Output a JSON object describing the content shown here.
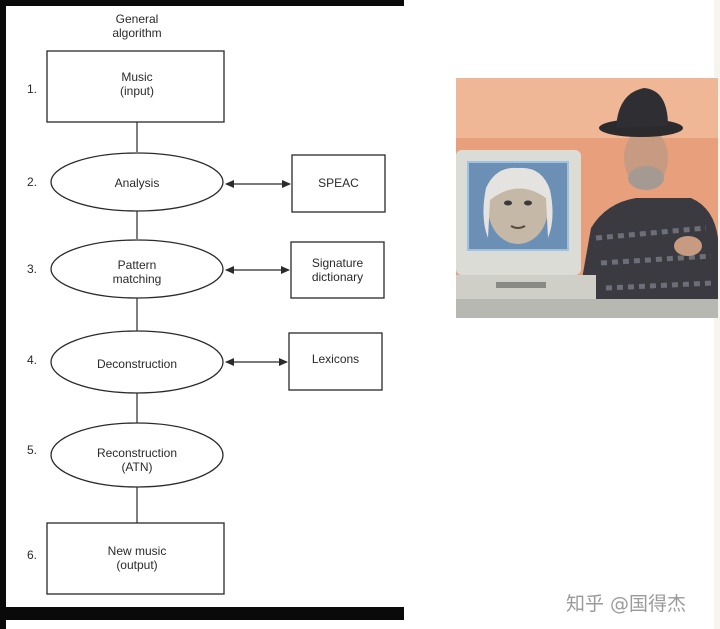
{
  "diagram": {
    "title": "General\nalgorithm",
    "steps": [
      {
        "num": "1.",
        "label": "Music\n(input)"
      },
      {
        "num": "2.",
        "label": "Analysis"
      },
      {
        "num": "3.",
        "label": "Pattern\nmatching"
      },
      {
        "num": "4.",
        "label": "Deconstruction"
      },
      {
        "num": "5.",
        "label": "Reconstruction\n(ATN)"
      },
      {
        "num": "6.",
        "label": "New music\n(output)"
      }
    ],
    "side_boxes": [
      {
        "label": "SPEAC"
      },
      {
        "label": "Signature\ndictionary"
      },
      {
        "label": "Lexicons"
      }
    ]
  },
  "photo": {
    "subject": "man-with-hat-and-computer-showing-bach-portrait"
  },
  "watermark": "知乎 @国得杰",
  "colors": {
    "ink": "#2a2a2a",
    "frame": "#0a0a0a",
    "photo_background": "#e9a27f"
  }
}
